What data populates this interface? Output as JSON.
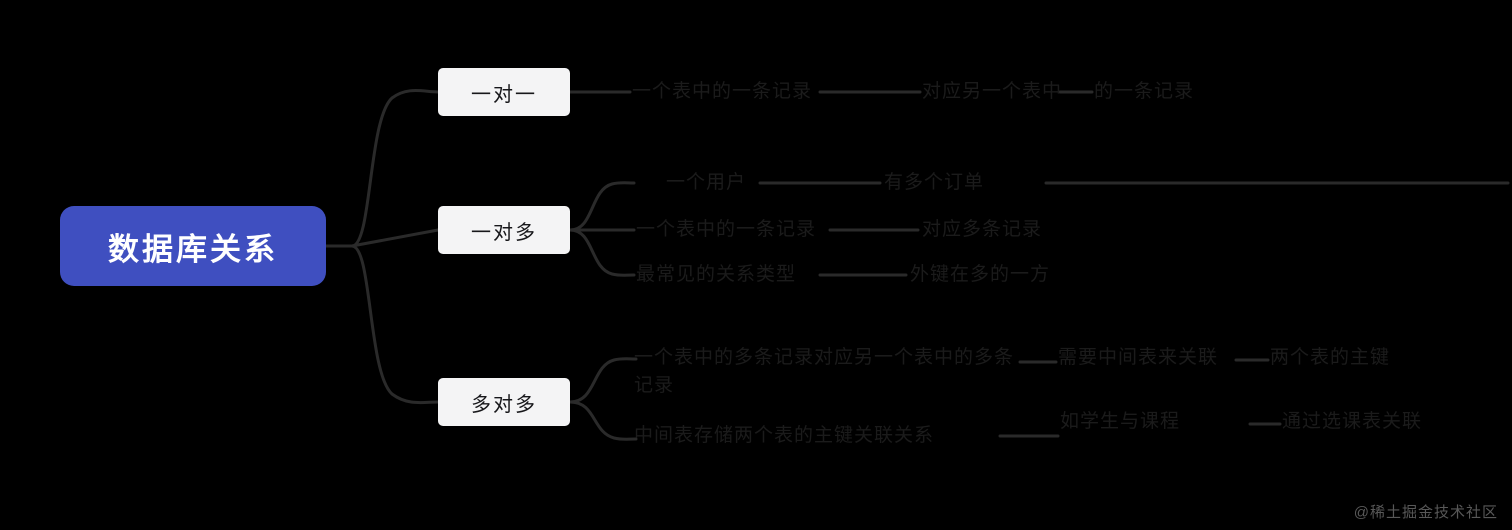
{
  "diagram": {
    "type": "mind-map",
    "title": "数据库关系",
    "background_color": "#000000",
    "root": {
      "label": "数据库关系",
      "bg_color": "#3f4fc0",
      "text_color": "#ffffff"
    },
    "branch_color": "#2a2a2a",
    "node_bg_color": "#f4f4f5",
    "node_text_color": "#17171a",
    "leaf_text_color": "#1b1b1b",
    "branches": [
      {
        "label": "一对一",
        "children": [
          {
            "label": "一个表中的一条记录",
            "grandchildren": [
              {
                "label": "对应另一个表中"
              },
              {
                "label": "的一条记录"
              }
            ]
          }
        ]
      },
      {
        "label": "一对多",
        "children": [
          {
            "label": "一个用户",
            "grandchildren": [
              {
                "label": "有多个订单"
              }
            ]
          },
          {
            "label": "一个表中的一条记录",
            "grandchildren": [
              {
                "label": "对应多条记录"
              }
            ]
          },
          {
            "label": "最常见的关系类型",
            "grandchildren": [
              {
                "label": "外键在多的一方"
              }
            ]
          }
        ]
      },
      {
        "label": "多对多",
        "children": [
          {
            "label": "一个表中的多条记录对应另一个表中的多条记录",
            "grandchildren": [
              {
                "label": "需要中间表来关联"
              },
              {
                "label": "两个表的主键"
              }
            ]
          },
          {
            "label": "中间表存储两个表的主键关联关系",
            "grandchildren": [
              {
                "label": "如学生与课程"
              },
              {
                "label": "通过选课表关联"
              }
            ]
          }
        ]
      }
    ]
  },
  "watermark": {
    "text": "@稀土掘金技术社区"
  }
}
